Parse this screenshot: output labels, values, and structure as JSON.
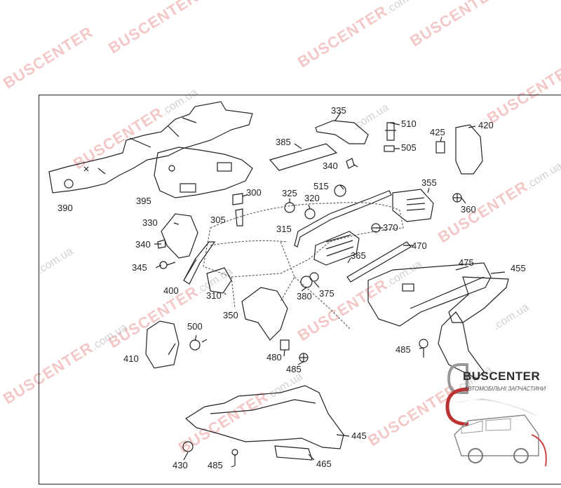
{
  "watermark": {
    "brand": "BUSCENTER",
    "domain": ".com.ua"
  },
  "logo": {
    "title": "BUSCENTER",
    "subtitle": "АВТОМОБІЛЬНІ ЗАПЧАСТИНИ"
  },
  "callouts": [
    {
      "id": "c335",
      "label": "335"
    },
    {
      "id": "c510",
      "label": "510"
    },
    {
      "id": "c425",
      "label": "425"
    },
    {
      "id": "c420",
      "label": "420"
    },
    {
      "id": "c505",
      "label": "505"
    },
    {
      "id": "c385",
      "label": "385"
    },
    {
      "id": "c340a",
      "label": "340"
    },
    {
      "id": "c515",
      "label": "515"
    },
    {
      "id": "c355",
      "label": "355"
    },
    {
      "id": "c300",
      "label": "300"
    },
    {
      "id": "c325",
      "label": "325"
    },
    {
      "id": "c320",
      "label": "320"
    },
    {
      "id": "c360",
      "label": "360"
    },
    {
      "id": "c390",
      "label": "390"
    },
    {
      "id": "c395",
      "label": "395"
    },
    {
      "id": "c305",
      "label": "305"
    },
    {
      "id": "c330",
      "label": "330"
    },
    {
      "id": "c315",
      "label": "315"
    },
    {
      "id": "c370",
      "label": "370"
    },
    {
      "id": "c340b",
      "label": "340"
    },
    {
      "id": "c470",
      "label": "470"
    },
    {
      "id": "c365",
      "label": "365"
    },
    {
      "id": "c345",
      "label": "345"
    },
    {
      "id": "c475",
      "label": "475"
    },
    {
      "id": "c455",
      "label": "455"
    },
    {
      "id": "c400",
      "label": "400"
    },
    {
      "id": "c310",
      "label": "310"
    },
    {
      "id": "c380",
      "label": "380"
    },
    {
      "id": "c375",
      "label": "375"
    },
    {
      "id": "c350",
      "label": "350"
    },
    {
      "id": "c500",
      "label": "500"
    },
    {
      "id": "c485a",
      "label": "485"
    },
    {
      "id": "c410",
      "label": "410"
    },
    {
      "id": "c480",
      "label": "480"
    },
    {
      "id": "c485b",
      "label": "485"
    },
    {
      "id": "c445",
      "label": "445"
    },
    {
      "id": "c430",
      "label": "430"
    },
    {
      "id": "c485c",
      "label": "485"
    },
    {
      "id": "c465",
      "label": "465"
    }
  ]
}
